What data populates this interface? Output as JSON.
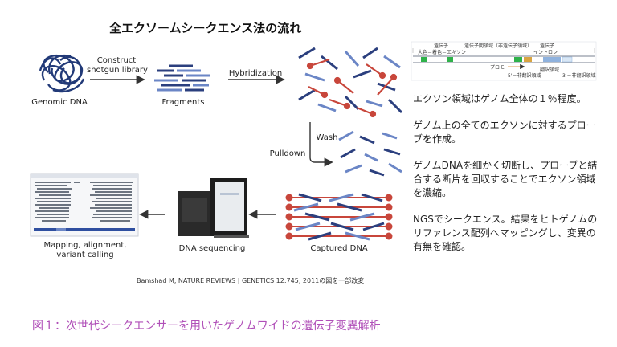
{
  "title": "全エクソームシークエンス法の流れ",
  "labels": {
    "genomic_dna": "Genomic DNA",
    "construct": [
      "Construct",
      "shotgun library"
    ],
    "fragments": "Fragments",
    "hybridization": "Hybridization",
    "wash": "Wash",
    "pulldown": "Pulldown",
    "captured_dna": "Captured DNA",
    "dna_sequencing": "DNA sequencing",
    "mapping": [
      "Mapping, alignment,",
      "variant calling"
    ]
  },
  "gene_diagram": {
    "top_labels": [
      "遺伝子",
      "遺伝子間領域（非遺伝子領域）",
      "遺伝子"
    ],
    "exon_intron": "大色＝着色＝エキソン",
    "intron": "イントロン",
    "promoter": "プロモ",
    "utr_labels": [
      "5'－非翻訳領域",
      "翻訳領域",
      "3'－非翻訳領域"
    ]
  },
  "notes": [
    "エクソン領域はゲノム全体の１％程度。",
    "ゲノム上の全てのエクソンに対するプローブを作成。",
    "ゲノムDNAを細かく切断し、プローブと結合する断片を回収することでエクソン領域を濃縮。",
    "NGSでシークエンス。結果をヒトゲノムのリファレンス配列へマッピングし、変異の有無を確認。"
  ],
  "source": "Bamshad M, NATURE REVIEWS | GENETICS 12:745, 2011の図を一部改変",
  "caption": "図１：次世代シークエンサーを用いたゲノムワイドの遺伝子変異解析",
  "colors": {
    "dna_blue": "#2b3f7e",
    "probe_red": "#c8463b",
    "caption": "#b04fb8",
    "exon_green": "#2fb24a"
  }
}
